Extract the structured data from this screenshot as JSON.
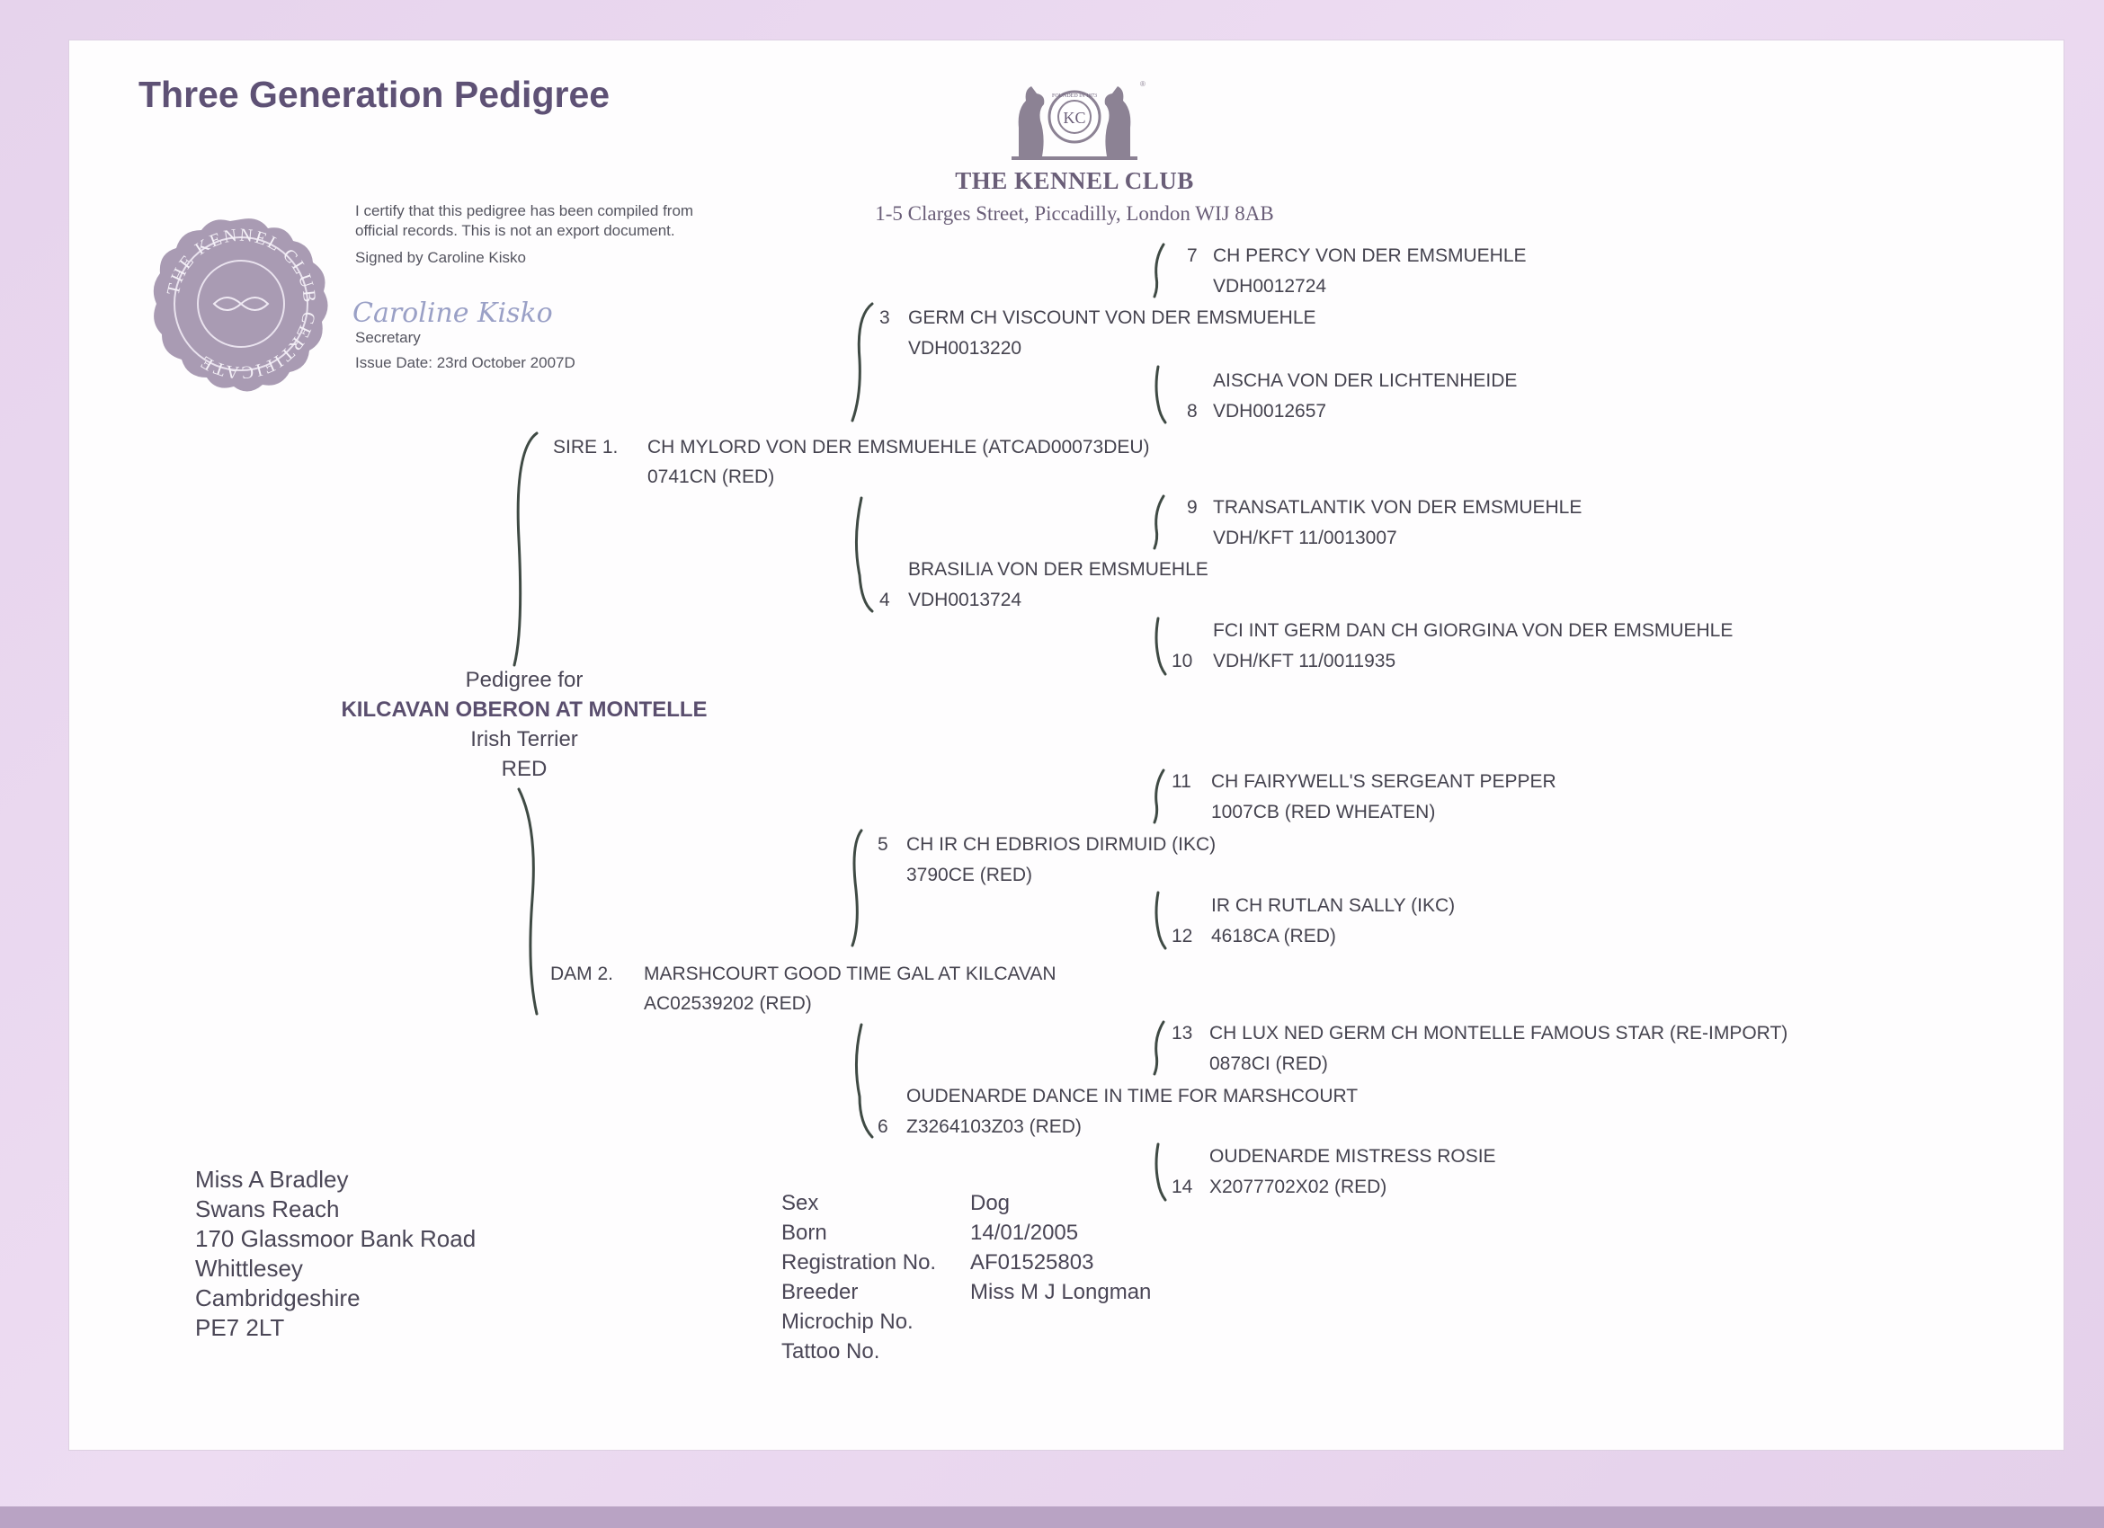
{
  "title": "Three Generation Pedigree",
  "kennel_club": {
    "name": "THE KENNEL CLUB",
    "address": "1-5 Clarges Street, Piccadilly, London WIJ 8AB",
    "logo_text": "KC",
    "logo_ring_text": "FOUNDED IN 1873",
    "seal_text": "THE KENNEL CLUB CERTIFICATE"
  },
  "certificate": {
    "line1": "I certify that this pedigree has been compiled from",
    "line2": "official records. This is not an export document.",
    "signed_by": "Signed by Caroline Kisko",
    "signature": "Caroline Kisko",
    "role": "Secretary",
    "issue_date": "Issue Date: 23rd October 2007D"
  },
  "subject": {
    "label": "Pedigree for",
    "name": "KILCAVAN OBERON AT MONTELLE",
    "breed": "Irish Terrier",
    "colour": "RED"
  },
  "pedigree": {
    "sire": {
      "label": "SIRE 1.",
      "name": "CH MYLORD VON DER EMSMUEHLE (ATCAD00073DEU)",
      "reg": "0741CN (RED)"
    },
    "dam": {
      "label": "DAM 2.",
      "name": "MARSHCOURT GOOD TIME GAL AT KILCAVAN",
      "reg": "AC02539202 (RED)"
    },
    "gen2": [
      {
        "num": "3",
        "name": "GERM CH VISCOUNT VON DER EMSMUEHLE",
        "reg": "VDH0013220"
      },
      {
        "num": "4",
        "name": "BRASILIA VON DER EMSMUEHLE",
        "reg": "VDH0013724"
      },
      {
        "num": "5",
        "name": "CH IR CH EDBRIOS DIRMUID (IKC)",
        "reg": "3790CE (RED)"
      },
      {
        "num": "6",
        "name": "OUDENARDE DANCE IN TIME FOR MARSHCOURT",
        "reg": "Z3264103Z03 (RED)"
      }
    ],
    "gen3": [
      {
        "num": "7",
        "name": "CH  PERCY VON DER EMSMUEHLE",
        "reg": "VDH0012724"
      },
      {
        "num": "8",
        "name": "AISCHA VON DER LICHTENHEIDE",
        "reg": "VDH0012657"
      },
      {
        "num": "9",
        "name": "TRANSATLANTIK VON DER EMSMUEHLE",
        "reg": "VDH/KFT 11/0013007"
      },
      {
        "num": "10",
        "name": "FCI INT GERM DAN CH GIORGINA VON DER EMSMUEHLE",
        "reg": "VDH/KFT 11/0011935"
      },
      {
        "num": "11",
        "name": "CH FAIRYWELL'S SERGEANT PEPPER",
        "reg": "1007CB (RED WHEATEN)"
      },
      {
        "num": "12",
        "name": "IR CH RUTLAN SALLY (IKC)",
        "reg": "4618CA (RED)"
      },
      {
        "num": "13",
        "name": "CH LUX NED GERM CH MONTELLE FAMOUS STAR (RE-IMPORT)",
        "reg": "0878CI (RED)"
      },
      {
        "num": "14",
        "name": "OUDENARDE MISTRESS ROSIE",
        "reg": "X2077702X02 (RED)"
      }
    ]
  },
  "owner": {
    "name": "Miss A Bradley",
    "line1": "Swans Reach",
    "line2": "170 Glassmoor Bank Road",
    "line3": "Whittlesey",
    "line4": "Cambridgeshire",
    "postcode": "PE7 2LT"
  },
  "details": {
    "sex_label": "Sex",
    "sex": "Dog",
    "born_label": "Born",
    "born": "14/01/2005",
    "reg_label": "Registration No.",
    "reg": "AF01525803",
    "breeder_label": "Breeder",
    "breeder": "Miss M J Longman",
    "microchip_label": "Microchip No.",
    "microchip": "",
    "tattoo_label": "Tattoo No.",
    "tattoo": ""
  }
}
